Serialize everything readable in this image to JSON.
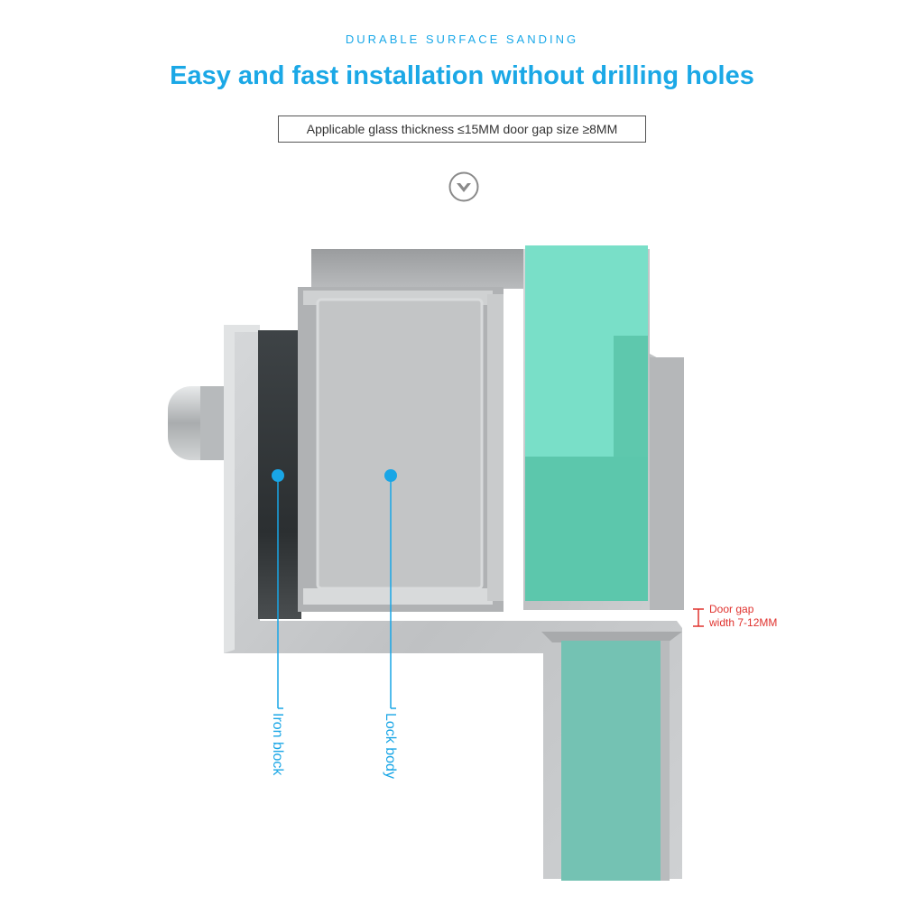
{
  "header": {
    "kicker": "DURABLE SURFACE SANDING",
    "title": "Easy and fast installation without drilling holes",
    "spec": "Applicable glass thickness ≤15MM door gap size ≥8MM"
  },
  "icons": {
    "scroll_down": "chevron-down-circle-icon"
  },
  "labels": {
    "iron_block": "Iron block",
    "lock_body": "Lock body",
    "door_gap_line1": "Door gap",
    "door_gap_line2": "width 7-12MM"
  },
  "colors": {
    "accent_blue": "#1ba8e6",
    "glass_green": "#6fd8c2",
    "gap_red": "#e0322e",
    "aluminium": "#c4c6c8"
  }
}
